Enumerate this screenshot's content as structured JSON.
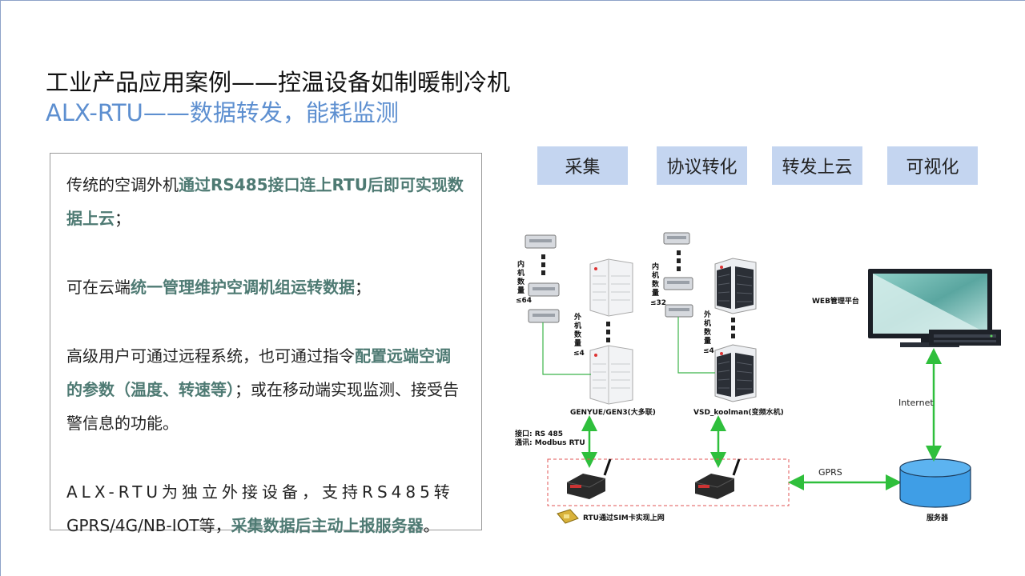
{
  "title": {
    "line1": "工业产品应用案例——控温设备如制暖制冷机",
    "line2": "ALX-RTU——数据转发，能耗监测"
  },
  "description": {
    "p1": {
      "normal": "传统的空调外机",
      "highlight": "通过RS485接口连上RTU后即可实现数据上云",
      "tail": "；"
    },
    "p2": {
      "normal": "可在云端",
      "highlight": "统一管理维护空调机组运转数据",
      "tail": "；"
    },
    "p3": {
      "normal": "高级用户可通过远程系统，也可通过指令",
      "highlight": "配置远端空调的参数（温度、转速等）",
      "tail": "；或在移动端实现监测、接受告警信息的功能。"
    },
    "p4": {
      "spaced": "ALX-RTU为独立外接设备，支持RS485转",
      "normal": "GPRS/4G/NB-IOT等，",
      "highlight": "采集数据后主动上报服务器",
      "tail": "。"
    }
  },
  "stages": [
    "采集",
    "协议转化",
    "转发上云",
    "可视化"
  ],
  "diagram": {
    "indoor_left": [
      "内",
      "机",
      "数",
      "量",
      "≤64"
    ],
    "outdoor_left": [
      "外",
      "机",
      "数",
      "量",
      "≤4"
    ],
    "indoor_right": [
      "内",
      "机",
      "数",
      "量",
      "≤32"
    ],
    "outdoor_right": [
      "外",
      "机",
      "数",
      "量",
      "≤4"
    ],
    "system_left": "GENYUE/GEN3(大多联)",
    "system_right": "VSD_koolman(变频水机)",
    "interface": "接口: RS 485",
    "protocol": "通讯: Modbus RTU",
    "web_platform": "WEB管理平台",
    "internet": "Internet",
    "gprs": "GPRS",
    "server": "服务器",
    "sim": "RTU通过SIM卡实现上网"
  },
  "colors": {
    "title_blue": "#5d8fd0",
    "highlight_teal": "#4e7a73",
    "stage_fill": "#c4d5f0",
    "arrow_green": "#2fbf3c",
    "dashed_red": "#e05656"
  }
}
